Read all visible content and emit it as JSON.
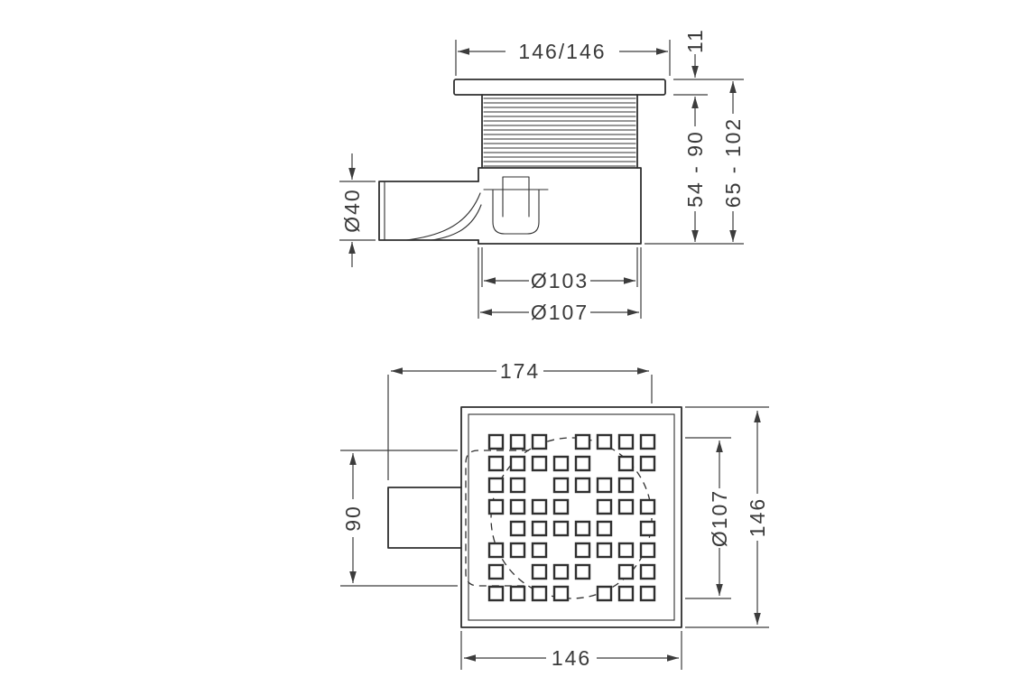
{
  "drawing": {
    "colors": {
      "line": "#2f2f2f",
      "dimension": "#3c3c3c",
      "background": "#ffffff"
    },
    "views": {
      "side": {
        "dims": {
          "flange_size": "146/146",
          "flange_thickness": "11",
          "height_under_flange": "54 - 90",
          "height_total": "65 - 102",
          "outlet_diameter": "Ø40",
          "body_inner_diameter": "Ø103",
          "body_outer_diameter": "Ø107"
        }
      },
      "plan": {
        "dims": {
          "overall_length": "174",
          "trap_width": "90",
          "body_diameter": "Ø107",
          "frame_height": "146",
          "frame_width": "146"
        },
        "grate_pattern": [
          [
            1,
            1,
            1,
            0,
            1,
            1,
            1,
            1
          ],
          [
            1,
            1,
            1,
            1,
            1,
            0,
            1,
            1
          ],
          [
            1,
            1,
            0,
            1,
            1,
            1,
            1,
            0
          ],
          [
            1,
            1,
            1,
            1,
            0,
            1,
            1,
            1
          ],
          [
            0,
            1,
            1,
            1,
            1,
            1,
            0,
            1
          ],
          [
            1,
            1,
            1,
            0,
            1,
            1,
            1,
            1
          ],
          [
            1,
            0,
            1,
            1,
            1,
            0,
            1,
            1
          ],
          [
            1,
            1,
            1,
            1,
            0,
            1,
            1,
            1
          ]
        ]
      }
    }
  }
}
